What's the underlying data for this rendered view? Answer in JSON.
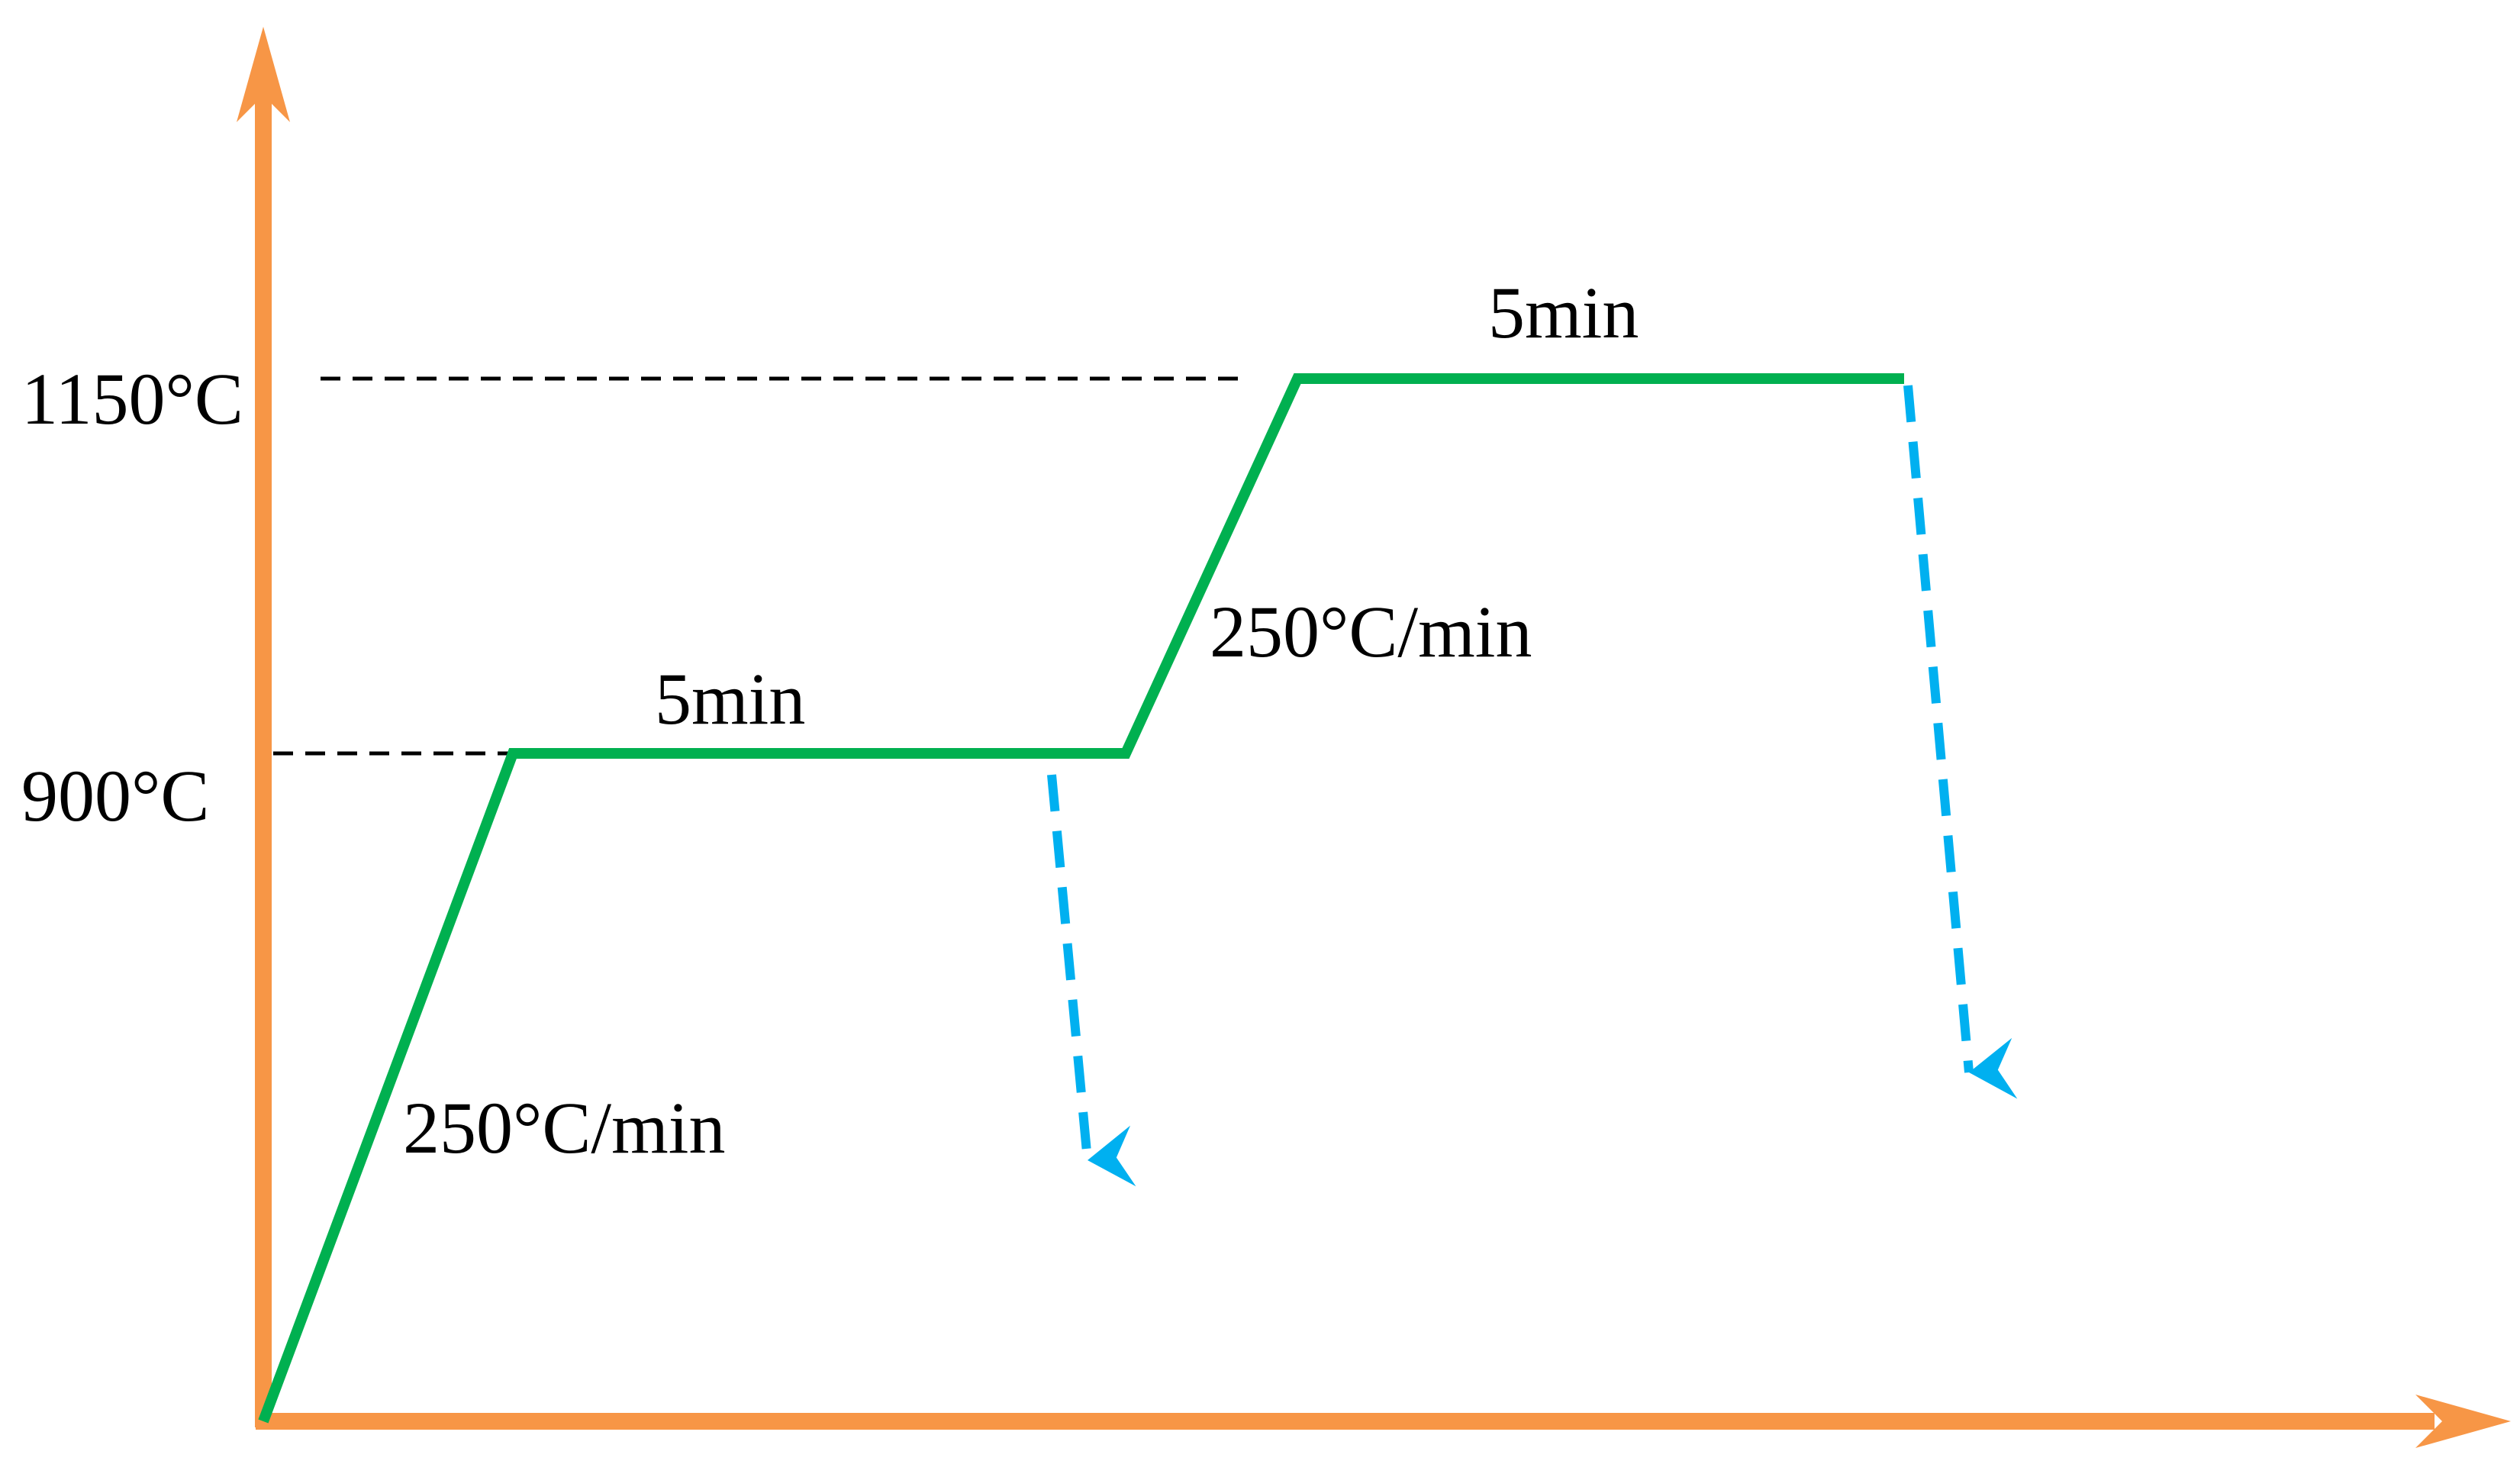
{
  "colors": {
    "axis": "#F79646",
    "profile": "#00B050",
    "quench": "#00B0F0",
    "guide": "#000000",
    "text": "#000000"
  },
  "labels": {
    "temp_high": "1150°C",
    "temp_low": "900°C",
    "hold_low": "5min",
    "hold_high": "5min",
    "rate_first": "250°C/min",
    "rate_second": "250°C/min"
  }
}
